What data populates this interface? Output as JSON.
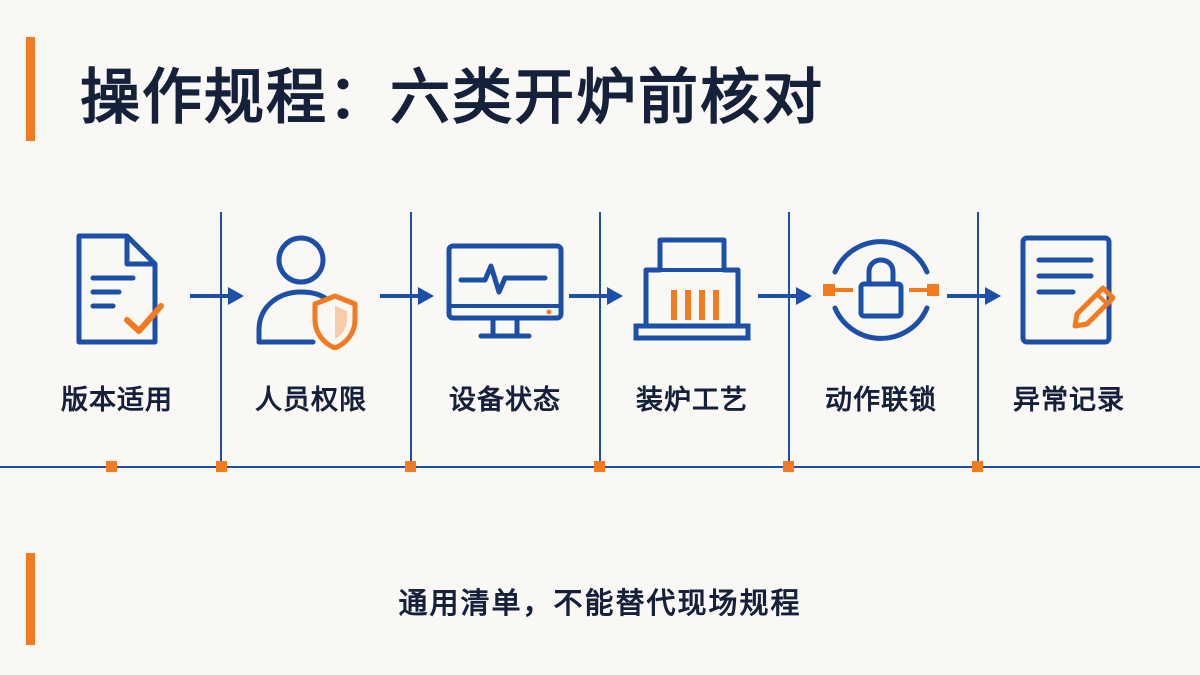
{
  "title": "操作规程：六类开炉前核对",
  "steps": [
    {
      "label": "版本适用",
      "icon": "document-check-icon"
    },
    {
      "label": "人员权限",
      "icon": "user-shield-icon"
    },
    {
      "label": "设备状态",
      "icon": "monitor-heartbeat-icon"
    },
    {
      "label": "装炉工艺",
      "icon": "furnace-loading-icon"
    },
    {
      "label": "动作联锁",
      "icon": "interlock-padlock-icon"
    },
    {
      "label": "异常记录",
      "icon": "record-edit-icon"
    }
  ],
  "footer_note": "通用清单，不能替代现场规程",
  "colors": {
    "accent": "#f47a20",
    "primary": "#1c4fa8",
    "text": "#15203a",
    "background": "#f9f8f5"
  }
}
